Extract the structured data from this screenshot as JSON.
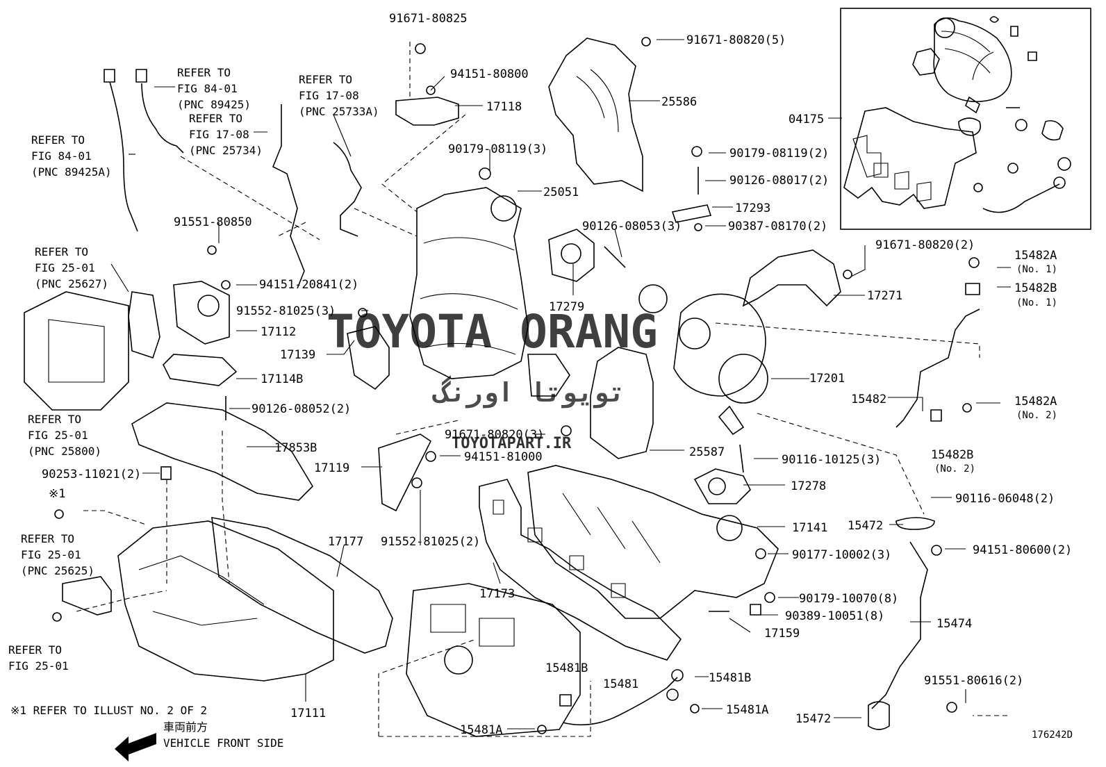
{
  "diagram_id": "176242D",
  "watermark": {
    "main": "TOYOTA ORANG",
    "site": "TOYOTAPART.IR",
    "fa": "تویوتا اورنگ",
    "color": "#f19aa2"
  },
  "footnote": "※1  REFER TO ILLUST NO. 2 OF 2",
  "front": {
    "jp": "車両前方",
    "en": "VEHICLE FRONT SIDE"
  },
  "refs": {
    "r1": [
      "REFER TO",
      "FIG 84-01",
      "(PNC 89425A)"
    ],
    "r2": [
      "REFER TO",
      "FIG 84-01",
      "(PNC 89425)"
    ],
    "r3": [
      "REFER TO",
      "FIG 17-08",
      "(PNC 25734)"
    ],
    "r4": [
      "REFER TO",
      "FIG 17-08",
      "(PNC 25733A)"
    ],
    "r5": [
      "REFER TO",
      "FIG 25-01",
      "(PNC 25627)"
    ],
    "r6": [
      "REFER TO",
      "FIG 25-01",
      "(PNC 25800)"
    ],
    "r7": [
      "REFER TO",
      "FIG 25-01",
      "(PNC 25625)"
    ],
    "r8": [
      "REFER TO",
      "FIG 25-01"
    ]
  },
  "callouts": {
    "p91671_80825": "91671-80825",
    "p94151_80800": "94151-80800",
    "p17118": "17118",
    "p91671_80820_5": "91671-80820(5)",
    "p25586": "25586",
    "p90179_08119_3": "90179-08119(3)",
    "p25051": "25051",
    "p90179_08119_2": "90179-08119(2)",
    "p90126_08017_2": "90126-08017(2)",
    "p17293": "17293",
    "p90387_08170_2": "90387-08170(2)",
    "p04175": "04175",
    "p91551_80850": "91551-80850",
    "p94151_20841_2": "94151-20841(2)",
    "p91552_81025_3": "91552-81025(3)",
    "p17112": "17112",
    "p17139": "17139",
    "p17114b": "17114B",
    "p90126_08053_3": "90126-08053(3)",
    "p17279": "17279",
    "p91671_80820_2": "91671-80820(2)",
    "p17271": "17271",
    "p15482a_1": "15482A",
    "no1a": "(No. 1)",
    "p15482b_1": "15482B",
    "no1b": "(No. 1)",
    "p17201": "17201",
    "p15482": "15482",
    "p15482a_2": "15482A",
    "no2a": "(No. 2)",
    "p15482b_2": "15482B",
    "no2b": "(No. 2)",
    "p90126_08052_2": "90126-08052(2)",
    "p17853b": "17853B",
    "p91671_80820_3": "91671-80820(3)",
    "p94151_81000": "94151-81000",
    "p17119": "17119",
    "p25587": "25587",
    "p90116_10125_3": "90116-10125(3)",
    "p17278": "17278",
    "p90253_11021_2": "90253-11021(2)",
    "star1": "※1",
    "p90116_06048_2": "90116-06048(2)",
    "p15472_a": "15472",
    "p17141": "17141",
    "p94151_80600_2": "94151-80600(2)",
    "p17177": "17177",
    "p91552_81025_2": "91552-81025(2)",
    "p90177_10002_3": "90177-10002(3)",
    "p17173": "17173",
    "p90179_10070_8": "90179-10070(8)",
    "p90389_10051_8": "90389-10051(8)",
    "p17159": "17159",
    "p15474": "15474",
    "p15481b_a": "15481B",
    "p15481": "15481",
    "p15481b_b": "15481B",
    "p15481a_b": "15481A",
    "p91551_80616_2": "91551-80616(2)",
    "p15472_b": "15472",
    "p17111": "17111",
    "p15481a_a": "15481A"
  }
}
